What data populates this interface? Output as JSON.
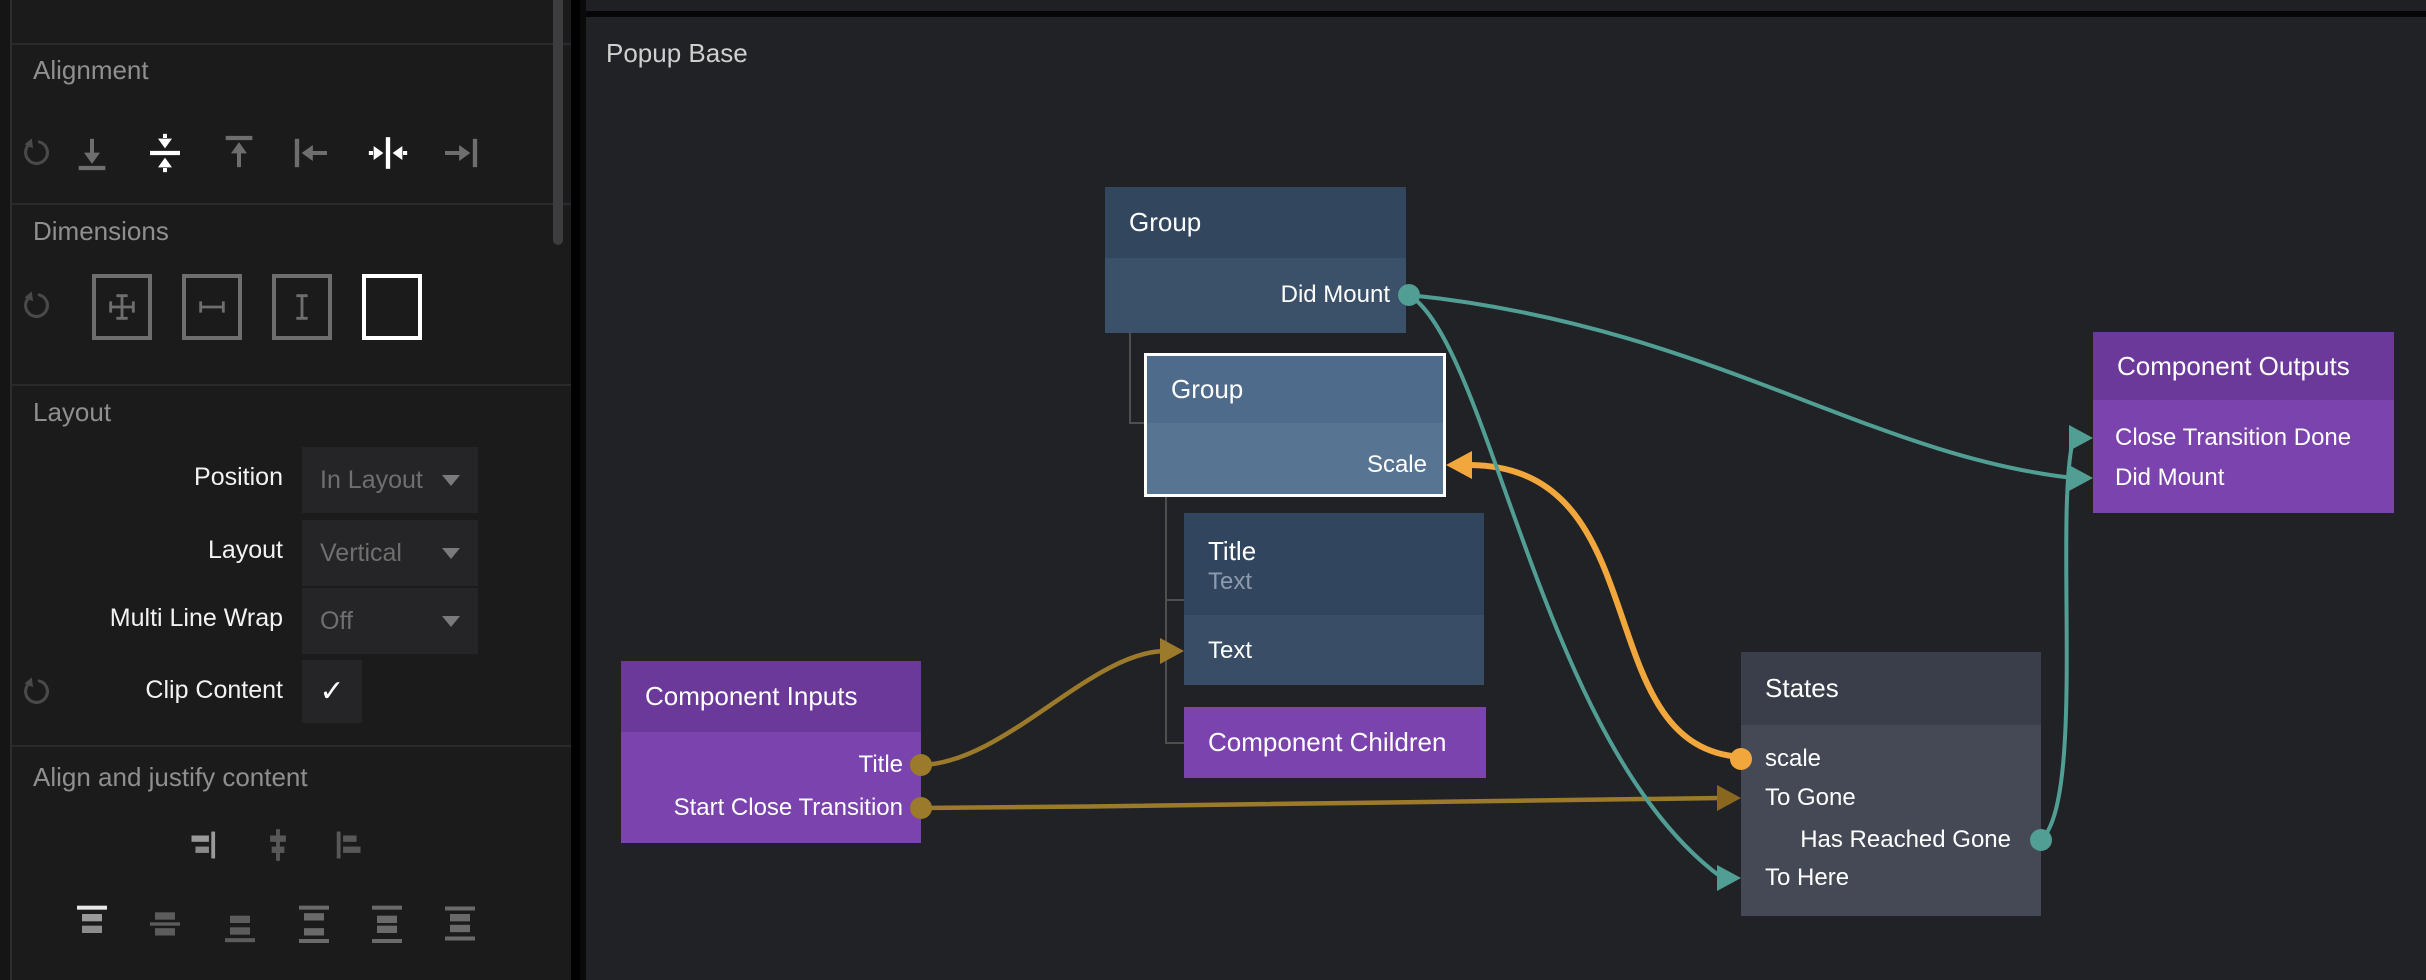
{
  "sidebar": {
    "sections": {
      "alignment": {
        "title": "Alignment",
        "icons": [
          "reset-icon",
          "align-bottom-icon",
          "align-vertical-center-icon",
          "align-top-icon",
          "align-left-icon",
          "align-horizontal-center-icon",
          "align-right-icon"
        ],
        "active": [
          "align-vertical-center-icon",
          "align-horizontal-center-icon"
        ]
      },
      "dimensions": {
        "title": "Dimensions",
        "options": [
          "size-both",
          "size-width",
          "size-height",
          "size-none"
        ],
        "selected": "size-none"
      },
      "layout": {
        "title": "Layout",
        "rows": [
          {
            "label": "Position",
            "value": "In Layout"
          },
          {
            "label": "Layout",
            "value": "Vertical"
          },
          {
            "label": "Multi Line Wrap",
            "value": "Off"
          },
          {
            "label": "Clip Content",
            "check": "✓",
            "checked": true
          }
        ]
      },
      "align_justify": {
        "title": "Align and justify content"
      }
    }
  },
  "canvas": {
    "title": "Popup Base",
    "nodes": {
      "group1": {
        "title": "Group",
        "ports": {
          "did_mount": "Did Mount"
        }
      },
      "group2": {
        "title": "Group",
        "selected": true,
        "ports": {
          "scale": "Scale"
        }
      },
      "title_text": {
        "title": "Title",
        "subtitle": "Text",
        "ports": {
          "text": "Text"
        }
      },
      "component_children": {
        "title": "Component Children"
      },
      "component_inputs": {
        "title": "Component Inputs",
        "ports": {
          "title": "Title",
          "start_close": "Start Close Transition"
        }
      },
      "states": {
        "title": "States",
        "ports": {
          "scale": "scale",
          "to_gone": "To Gone",
          "has_reached_gone": "Has Reached Gone",
          "to_here": "To Here"
        }
      },
      "component_outputs": {
        "title": "Component Outputs",
        "ports": {
          "close_done": "Close Transition Done",
          "did_mount": "Did Mount"
        }
      }
    },
    "connections": [
      {
        "from": "Component Inputs.Title",
        "to": "Title.Text",
        "color": "#9c7a2b"
      },
      {
        "from": "Component Inputs.Start Close Transition",
        "to": "States.To Gone",
        "color": "#9c7a2b"
      },
      {
        "from": "States.scale",
        "to": "Group.Scale",
        "color": "#f2a73d"
      },
      {
        "from": "Group.Did Mount",
        "to": "Component Outputs.Did Mount",
        "color": "#519e95"
      },
      {
        "from": "Group.Did Mount",
        "to": "States.To Here",
        "color": "#519e95"
      },
      {
        "from": "States.Has Reached Gone",
        "to": "Component Outputs.Close Transition Done",
        "color": "#519e95"
      }
    ],
    "colors": {
      "teal": "#519e95",
      "gold": "#9c7a2b",
      "orange": "#f2a73d",
      "blue_header": "#32465e",
      "blue_body": "#3b5069",
      "blue_sel_header": "#4e6b8c",
      "blue_sel_body": "#577492",
      "purple_header": "#6b3999",
      "purple_body": "#7a43ad",
      "states_header": "#3a3e4a",
      "states_body": "#444955"
    }
  }
}
